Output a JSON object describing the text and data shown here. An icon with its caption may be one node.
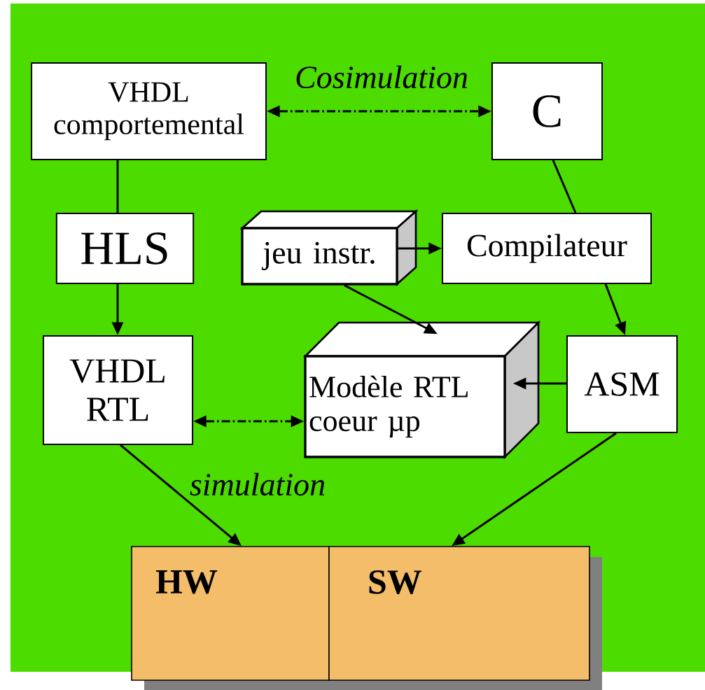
{
  "diagram": {
    "nodes": [
      {
        "text": [
          "VHDL comportemental"
        ]
      },
      {
        "text": [
          "C"
        ]
      },
      {
        "text": [
          "HLS"
        ]
      },
      {
        "text": [
          "jeu instr."
        ]
      },
      {
        "text": [
          "Compilateur"
        ]
      },
      {
        "text": [
          "VHDL RTL"
        ]
      },
      {
        "text": [
          "Modèle RTL coeur µp"
        ]
      },
      {
        "text": [
          "ASM"
        ]
      },
      {
        "text": [
          "HW"
        ]
      },
      {
        "text": [
          "SW"
        ]
      }
    ],
    "edges": [
      {
        "from": 0,
        "to": 1,
        "arrow": "both",
        "label": "Cosimulation",
        "style": "dashed"
      },
      {
        "from": 0,
        "to": 2,
        "arrow": "none"
      },
      {
        "from": 2,
        "to": 5,
        "arrow": "to"
      },
      {
        "from": 1,
        "to": 4,
        "arrow": "none"
      },
      {
        "from": 4,
        "to": 7,
        "arrow": "to"
      },
      {
        "from": 3,
        "to": 4,
        "arrow": "to"
      },
      {
        "from": 3,
        "to": 6,
        "arrow": "to"
      },
      {
        "from": 7,
        "to": 6,
        "arrow": "to"
      },
      {
        "from": 5,
        "to": 6,
        "arrow": "both",
        "style": "dashed"
      },
      {
        "from": 5,
        "to": 8,
        "arrow": "to",
        "label": "simulation"
      },
      {
        "from": 7,
        "to": 9,
        "arrow": "to"
      }
    ]
  }
}
